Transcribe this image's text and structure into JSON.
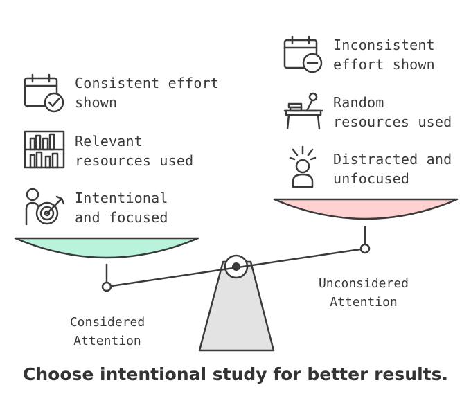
{
  "left_side": {
    "items": [
      {
        "text": "Consistent effort\nshown",
        "icon": "calendar-check-icon"
      },
      {
        "text": "Relevant\nresources used",
        "icon": "bookshelf-icon"
      },
      {
        "text": "Intentional\nand focused",
        "icon": "target-person-icon"
      }
    ],
    "pan_label": "Considered\nAttention",
    "pan_color": "#b9f3dc"
  },
  "right_side": {
    "items": [
      {
        "text": "Inconsistent\neffort shown",
        "icon": "calendar-minus-icon"
      },
      {
        "text": "Random\nresources used",
        "icon": "messy-desk-icon"
      },
      {
        "text": "Distracted and\nunfocused",
        "icon": "stressed-person-icon"
      }
    ],
    "pan_label": "Unconsidered\nAttention",
    "pan_color": "#ffd0d0"
  },
  "caption": "Choose intentional study for better results."
}
